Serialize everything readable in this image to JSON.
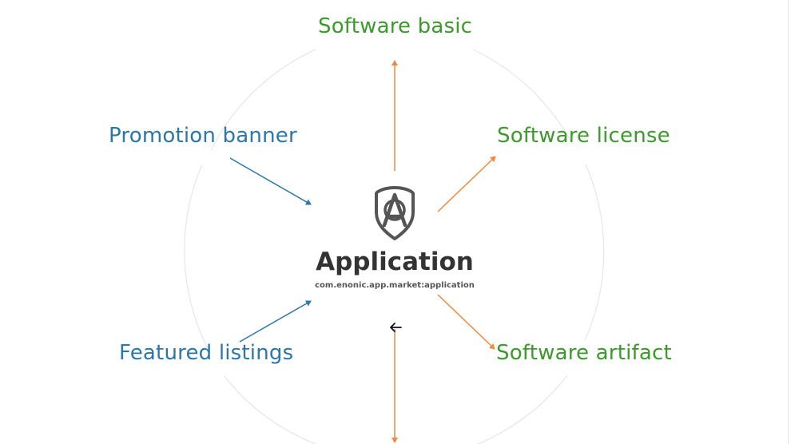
{
  "center": {
    "title": "Application",
    "subtitle": "com.enonic.app.market:application",
    "icon": "shield-a-icon"
  },
  "outgoing": [
    {
      "label": "Software basic"
    },
    {
      "label": "Software license"
    },
    {
      "label": "Software artifact"
    }
  ],
  "incoming": [
    {
      "label": "Promotion banner"
    },
    {
      "label": "Featured listings"
    }
  ],
  "controls": {
    "back_icon": "arrow-left-icon"
  },
  "colors": {
    "outgoing_text": "#3b9a2b",
    "incoming_text": "#2b77a7",
    "outgoing_arrow": "#ee8a3c",
    "incoming_arrow": "#2b77a7",
    "ring": "#e6e6e6",
    "title": "#333333"
  }
}
